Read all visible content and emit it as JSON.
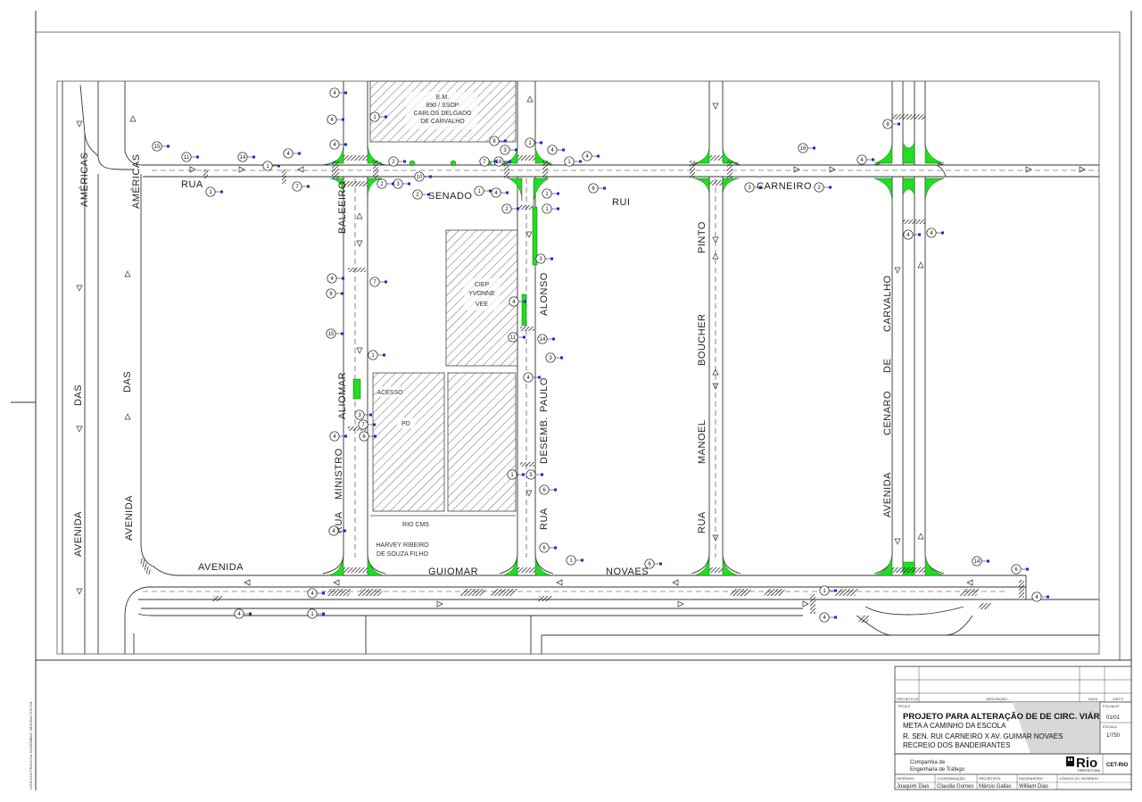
{
  "streets": {
    "americas_1": "AMÉRICAS",
    "americas_2": "AMÉRICAS",
    "das_1": "DAS",
    "das_2": "DAS",
    "avenida_1": "AVENIDA",
    "avenida_2": "AVENIDA",
    "rua_top": "RUA",
    "senado": "SENADO",
    "rui": "RUI",
    "carneiro": "CARNEIRO",
    "baleeiro": "BALEEIRO",
    "aliomar": "ALIOMAR",
    "ministro": "MINISTRO",
    "rua_ministro": "RUA",
    "alonso": "ALONSO",
    "paulo": "PAULO",
    "desemb": "DESEMB.",
    "rua_desemb": "RUA",
    "pinto": "PINTO",
    "boucher": "BOUCHER",
    "manoel": "MANOEL",
    "rua_manoel": "RUA",
    "carvalho": "CARVALHO",
    "de": "DE",
    "cenaro": "CENARO",
    "avenida_cenaro": "AVENIDA",
    "avenida_bottom": "AVENIDA",
    "guiomar": "GUIOMAR",
    "novaes": "NOVAES"
  },
  "buildings": {
    "em_line1": "E.M.",
    "em_line2": "890 / SSOP",
    "em_line3": "CARLOS DELGADO",
    "em_line4": "DE CARVALHO",
    "ciep_line1": "CIEP",
    "ciep_line2": "YVONNE",
    "ciep_line3": "VEE",
    "bl_left_small": "ACESSO",
    "bl_left": "PD",
    "rio_cms": "RIO CMS",
    "harvey_line1": "HARVEY RIBEIRO",
    "harvey_line2": "DE SOUZA FILHO"
  },
  "sign_numbers": [
    "4",
    "4",
    "4",
    "15",
    "11",
    "1",
    "14",
    "4",
    "7",
    "1",
    "2",
    "3",
    "2",
    "1",
    "2",
    "10",
    "8",
    "3",
    "16",
    "7",
    "1",
    "4",
    "1",
    "4",
    "1",
    "4",
    "6",
    "1",
    "2",
    "1",
    "3",
    "4",
    "7",
    "8",
    "15",
    "1",
    "4",
    "11",
    "14",
    "3",
    "4",
    "5",
    "1",
    "6",
    "4",
    "6",
    "3",
    "7",
    "4",
    "4",
    "4",
    "1",
    "6",
    "1",
    "6",
    "16",
    "2",
    "3",
    "4",
    "8",
    "4",
    "4",
    "14",
    "6",
    "4",
    "1"
  ],
  "title_block": {
    "header_cols": [
      "PROJETO Nº",
      "DESCRIÇÃO",
      "DATA",
      "VISTO"
    ],
    "title_label": "TÍTULO",
    "title_line1": "PROJETO PARA ALTERAÇÃO DE DE CIRC. VIÁRIA",
    "title_line2": "META A CAMINHO DA ESCOLA",
    "title_line3": "R. SEN. RUI CARNEIRO X AV. GUIMAR NOVAES",
    "title_line4": "RECREIO DOS BANDEIRANTES",
    "folha_label": "FOLHA Nº",
    "folha_value": "01/01",
    "escala_label": "ESCALA",
    "escala_value": "1/750",
    "company_line1": "Companhia de",
    "company_line2": "Engenharia de Tráfego",
    "logo_text": "Rio",
    "logo_sub": "PREFEITURA",
    "cet_text": "CET-RIO",
    "footer": [
      {
        "label": "DESENHO",
        "value": "Joaquim Dias"
      },
      {
        "label": "COORDENAÇÃO",
        "value": "Claudia Gomes"
      },
      {
        "label": "PROJETISTA",
        "value": "Márcio Gallas"
      },
      {
        "label": "ENGENHEIRO",
        "value": "William Dias"
      },
      {
        "label": "CÓDIGO DO DESENHO",
        "value": ""
      }
    ]
  },
  "colors": {
    "island_green": "#22dd22",
    "hatch": "#222222",
    "sign_blue": "#1a2bcc",
    "line": "#333333"
  }
}
